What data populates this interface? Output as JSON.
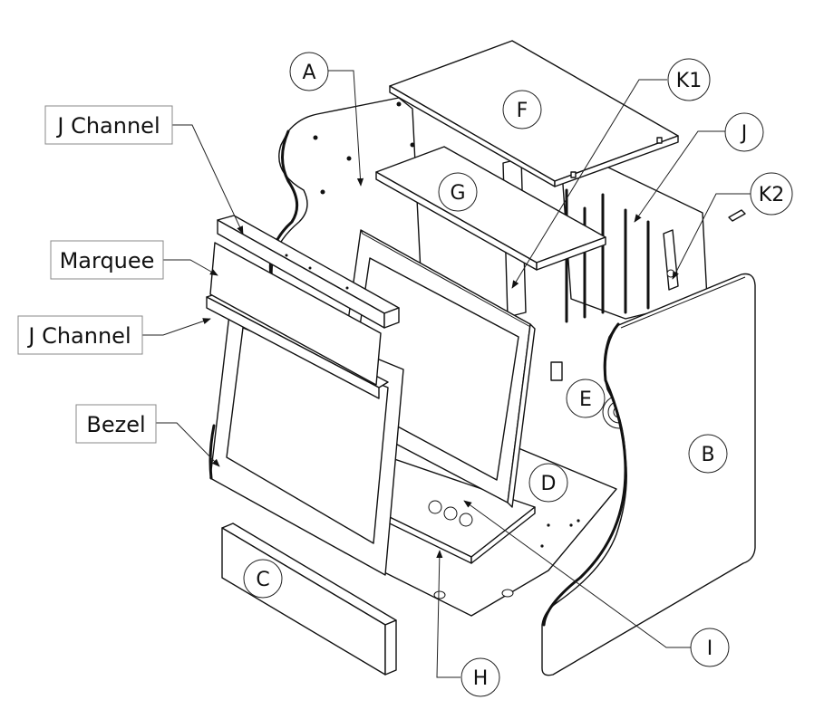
{
  "callouts": {
    "A": "A",
    "B": "B",
    "C": "C",
    "D": "D",
    "E": "E",
    "F": "F",
    "G": "G",
    "H": "H",
    "I": "I",
    "J": "J",
    "K1": "K1",
    "K2": "K2"
  },
  "labels": {
    "j_channel_top": "J Channel",
    "marquee": "Marquee",
    "j_channel_bottom": "J Channel",
    "bezel": "Bezel"
  }
}
